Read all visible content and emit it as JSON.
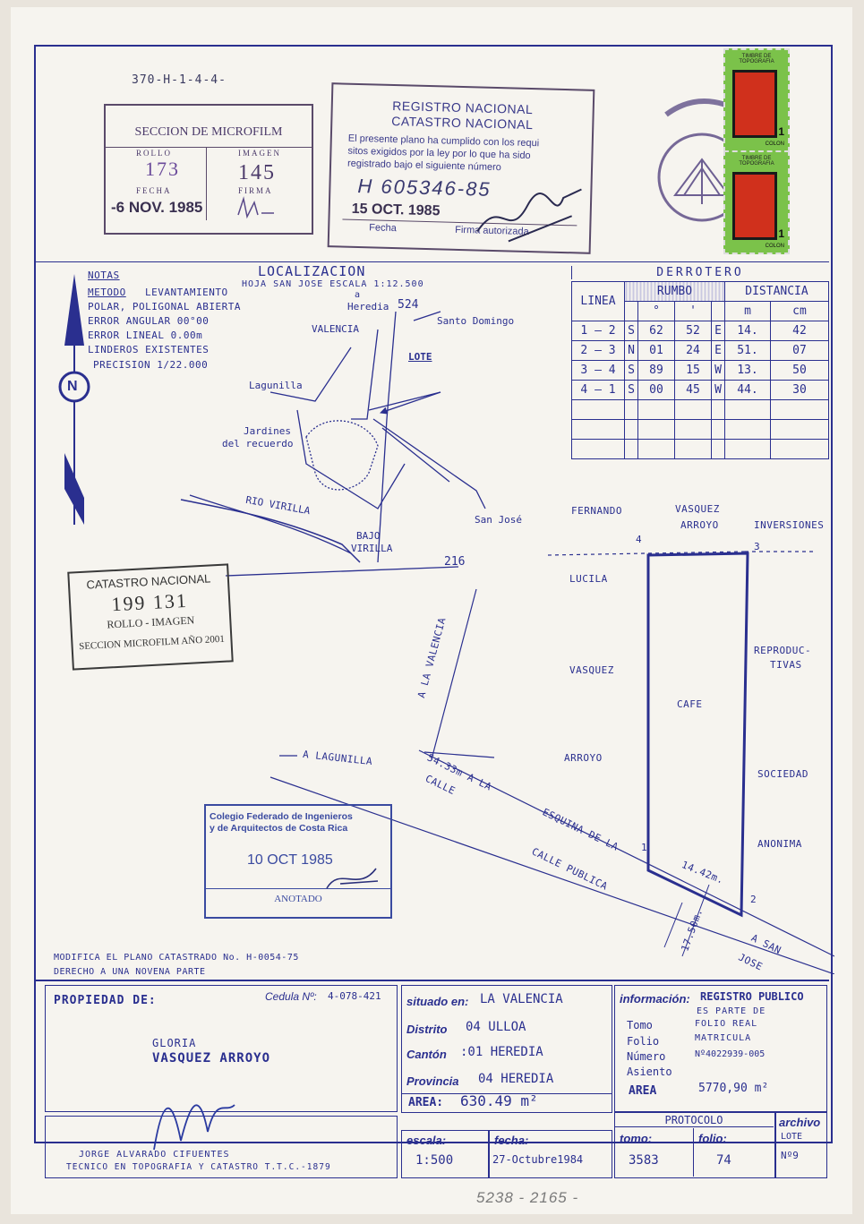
{
  "file_ref": "370-H-1-4-4-",
  "microfilm_stamp": {
    "title": "SECCION DE MICROFILM",
    "rollo_label": "ROLLO",
    "rollo": "173",
    "imagen_label": "IMAGEN",
    "imagen": "145",
    "fecha_label": "FECHA",
    "fecha": "-6 NOV. 1985",
    "firma_label": "FIRMA"
  },
  "registro_stamp": {
    "title1": "REGISTRO NACIONAL",
    "title2": "CATASTRO NACIONAL",
    "text1": "El presente plano ha cumplido con los requi",
    "text2": "sitos exigidos por la ley por lo que ha sido",
    "text3": "registrado bajo el siguiente número",
    "number": "H 605346-85",
    "date": "15 OCT. 1985",
    "fecha_label": "Fecha",
    "firma_label": "Firma autorizada"
  },
  "timbre": {
    "line1": "TIMBRE DE",
    "line2": "TOPOGRAFIA",
    "value": "1",
    "unit": "COLON"
  },
  "localizacion": {
    "title": "LOCALIZACION",
    "subtitle": "HOJA SAN JOSE  ESCALA  1:12.500",
    "heredia": "Heredia",
    "heredia_a": "a",
    "heredia_num": "524",
    "santo_domingo": "Santo Domingo",
    "valencia": "VALENCIA",
    "lote": "LOTE",
    "lagunilla": "Lagunilla",
    "jardines1": "Jardines",
    "jardines2": "del recuerdo",
    "rio": "RIO VIRILLA",
    "bajo1": "BAJO",
    "bajo2": "VIRILLA",
    "san_jose": "San José",
    "num216": "216"
  },
  "notas": {
    "title": "NOTAS",
    "metodo_label": "METODO",
    "line1": "LEVANTAMIENTO",
    "line2": "POLAR, POLIGONAL ABIERTA",
    "line3": "ERROR ANGULAR 00°00",
    "line4": "ERROR LINEAL   0.00m",
    "line5": "LINDEROS EXISTENTES",
    "line6": "PRECISION 1/22.000"
  },
  "north": "N",
  "derrotero": {
    "title": "DERROTERO",
    "headers": {
      "linea": "LINEA",
      "rumbo": "RUMBO",
      "distancia": "DISTANCIA",
      "deg": "°",
      "min": "'",
      "m": "m",
      "cm": "cm"
    },
    "rows": [
      [
        "1 — 2",
        "S",
        "62",
        "52",
        "E",
        "14.",
        "42"
      ],
      [
        "2 — 3",
        "N",
        "01",
        "24",
        "E",
        "51.",
        "07"
      ],
      [
        "3 — 4",
        "S",
        "89",
        "15",
        "W",
        "13.",
        "50"
      ],
      [
        "4 — 1",
        "S",
        "00",
        "45",
        "W",
        "44.",
        "30"
      ],
      [
        "",
        "",
        "",
        "",
        "",
        "",
        ""
      ],
      [
        "",
        "",
        "",
        "",
        "",
        "",
        ""
      ],
      [
        "",
        "",
        "",
        "",
        "",
        "",
        ""
      ]
    ]
  },
  "catastro_stamp": {
    "title": "CATASTRO NACIONAL",
    "number": "199 131",
    "sub": "ROLLO - IMAGEN",
    "footer": "SECCION MICROFILM AÑO 2001"
  },
  "plan": {
    "fernando": "FERNANDO",
    "vasquez_top": "VASQUEZ",
    "arroyo_top": "ARROYO",
    "inversiones": "INVERSIONES",
    "p1": "1",
    "p2": "2",
    "p3": "3",
    "p4": "4",
    "lucila": "LUCILA",
    "vasquez": "VASQUEZ",
    "arroyo": "ARROYO",
    "cafe": "CAFE",
    "reprod1": "REPRODUC-",
    "reprod2": "TIVAS",
    "sociedad": "SOCIEDAD",
    "anonima": "ANONIMA",
    "a_la_valencia": "A LA VALENCIA",
    "a_lagunilla": "A LAGUNILLA",
    "dist_esquina": "54.33m A LA",
    "calle": "CALLE",
    "esquina": "ESQUINA DE LA",
    "calle_publica": "CALLE PUBLICA",
    "d1442": "14.42m.",
    "d1750": "17.50m.",
    "a_san": "A SAN",
    "jose": "JOSE"
  },
  "colegio_stamp": {
    "line1": "Colegio Federado de Ingenieros",
    "line2": "y de Arquitectos de Costa Rica",
    "date": "10 OCT 1985",
    "footer": "ANOTADO"
  },
  "modifica": {
    "line1": "MODIFICA EL PLANO CATASTRADO No. H-0054-75",
    "line2": "DERECHO A UNA NOVENA PARTE"
  },
  "propiedad": {
    "label": "PROPIEDAD DE:",
    "cedula_label": "Cedula Nº:",
    "cedula": "4-078-421",
    "name1": "GLORIA",
    "name2": "VASQUEZ ARROYO"
  },
  "situado": {
    "label": "situado en:",
    "value": "LA VALENCIA",
    "distrito_label": "Distrito",
    "distrito": "04 ULLOA",
    "canton_label": "Cantón",
    "canton": ":01 HEREDIA",
    "provincia_label": "Provincia",
    "provincia": "04 HEREDIA"
  },
  "informacion": {
    "label": "información:",
    "value": "REGISTRO PUBLICO",
    "es_parte": "ES   PARTE  DE",
    "tomo_label": "Tomo",
    "tomo": "FOLIO  REAL",
    "folio_label": "Folio",
    "folio": "MATRICULA",
    "numero_label": "Número",
    "numero": "Nº4022939-005",
    "asiento_label": "Asiento",
    "asiento": "",
    "area_label": "AREA",
    "area": "5770,90 m²"
  },
  "area": {
    "label": "AREA:",
    "value": "630.49 m²"
  },
  "tecnico": {
    "name": "JORGE  ALVARADO  CIFUENTES",
    "title": "TECNICO EN TOPOGRAFIA Y  CATASTRO  T.T.C.-1879"
  },
  "escala": {
    "label": "escala:",
    "value": "1:500"
  },
  "fecha": {
    "label": "fecha:",
    "value": "27-Octubre1984"
  },
  "protocolo": {
    "label": "PROTOCOLO",
    "tomo_label": "tomo:",
    "tomo": "3583",
    "folio_label": "folio:",
    "folio": "74"
  },
  "archivo": {
    "label": "archivo",
    "lote": "LOTE",
    "num": "Nº9"
  },
  "bottom_code": "5238 - 2165 -"
}
